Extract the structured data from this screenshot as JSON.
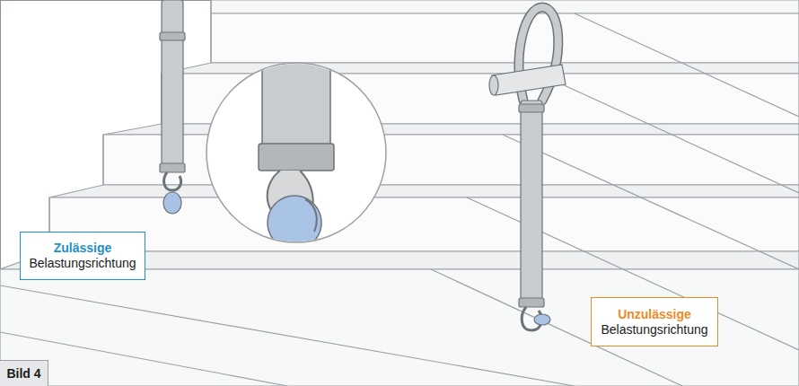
{
  "diagram": {
    "nodes": [
      {
        "text": [
          "Zulässige",
          "Belastungsrichtung"
        ]
      },
      {
        "text": [
          "Unzulässige",
          "Belastungsrichtung"
        ]
      },
      {
        "text": [
          "Bild 4"
        ]
      }
    ]
  }
}
